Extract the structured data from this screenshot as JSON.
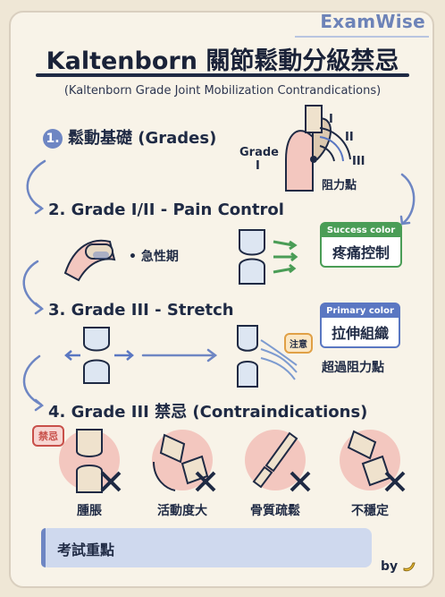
{
  "brand": "ExamWise",
  "title": "Kaltenborn 關節鬆動分級禁忌",
  "subtitle": "(Kaltenborn Grade Joint Mobilization Contrandications)",
  "sec1": {
    "num": "1.",
    "label": "鬆動基礎 (Grades)",
    "grade_label": "Grade",
    "grade_i": "I",
    "arc_i": "I",
    "arc_ii": "II",
    "arc_iii": "III",
    "resist": "阻力點"
  },
  "sec2": {
    "label": "2. Grade I/II - Pain Control",
    "bullet": "• 急性期",
    "tag_cap": "Success color",
    "tag_main": "疼痛控制"
  },
  "sec3": {
    "label": "3. Grade III - Stretch",
    "notice": "注意",
    "tag_cap": "Primary color",
    "tag_main": "拉伸組織",
    "note": "超過阻力點"
  },
  "sec4": {
    "label": "4. Grade III 禁忌 (Contraindications)",
    "badge": "禁忌",
    "items": [
      "腫脹",
      "活動度大",
      "骨質疏鬆",
      "不穩定"
    ]
  },
  "bottom": {
    "label": "考試重點"
  },
  "by": "by",
  "colors": {
    "success": "#4a9d56",
    "primary": "#5a77c2",
    "danger": "#c8504a",
    "accent": "#6e86c3"
  }
}
